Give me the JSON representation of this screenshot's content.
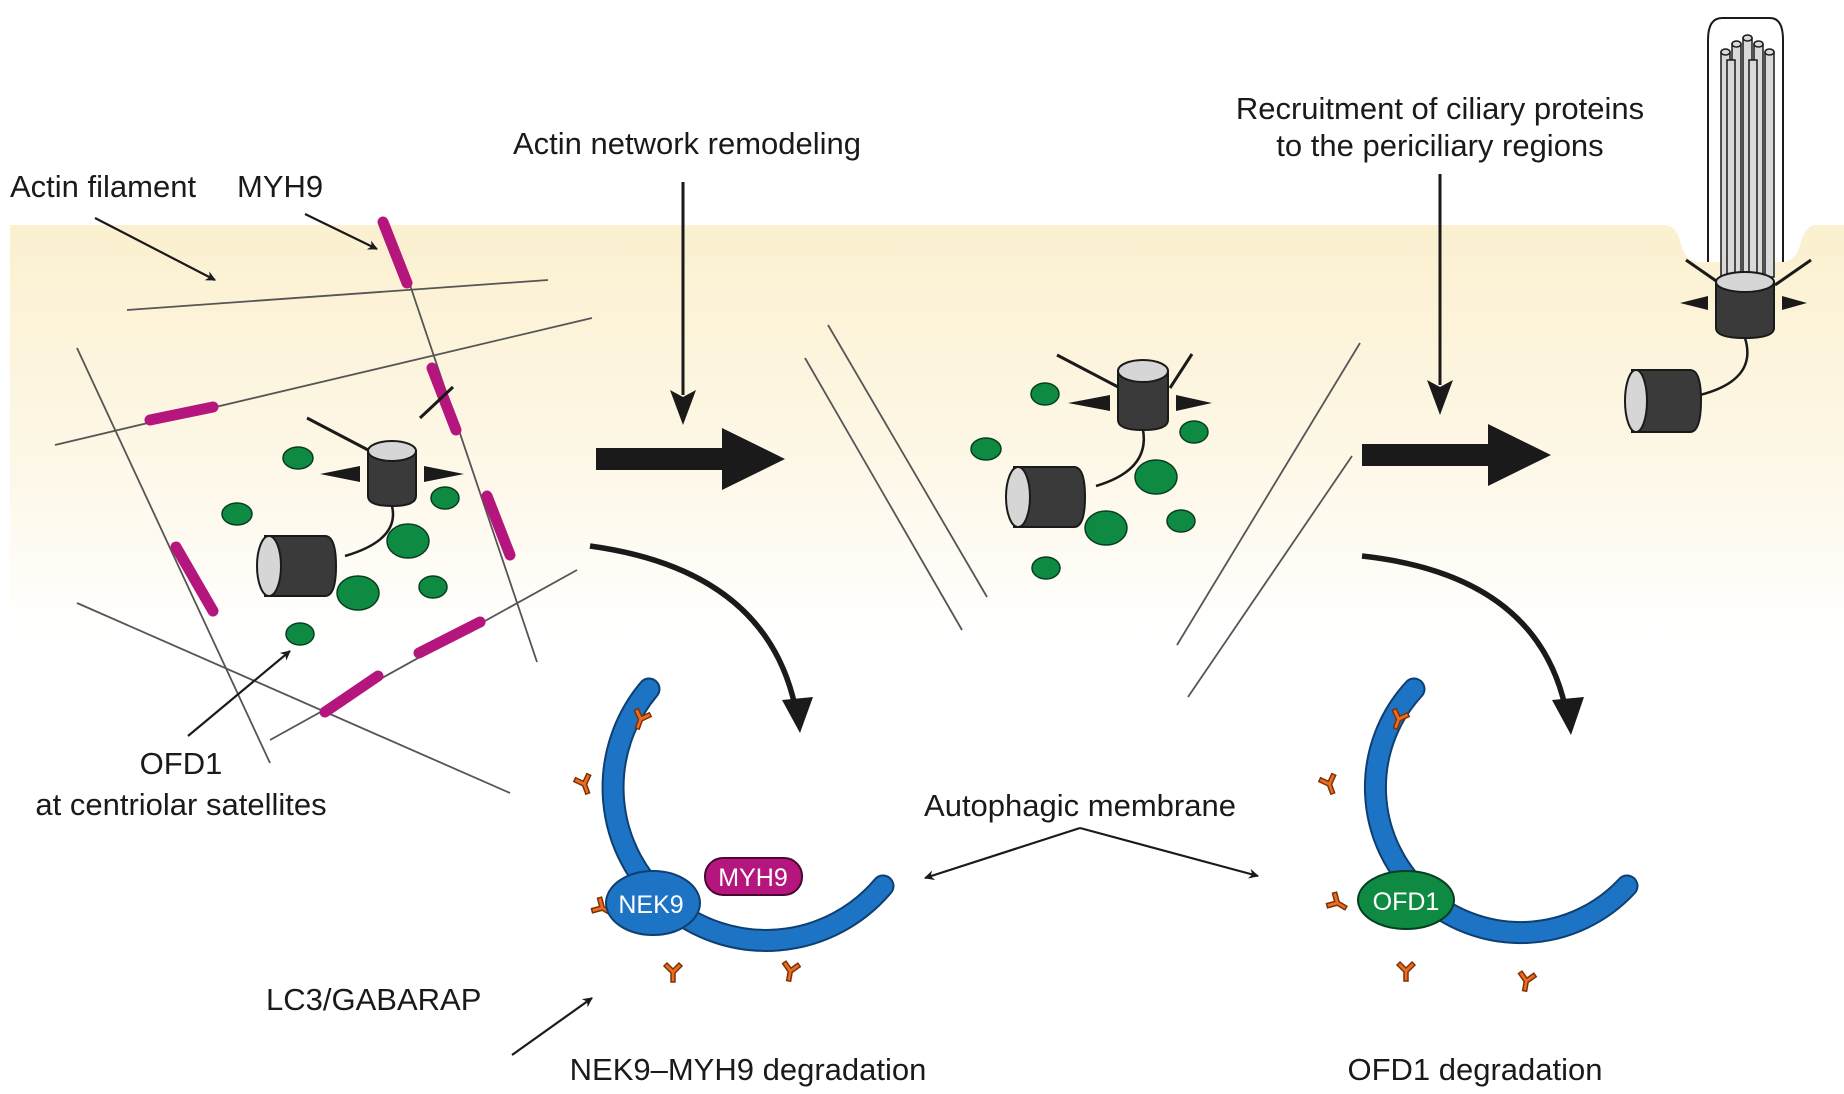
{
  "labels": {
    "actin_filament": "Actin filament",
    "myh9": "MYH9",
    "actin_remodeling": "Actin network remodeling",
    "recruitment_line1": "Recruitment of ciliary proteins",
    "recruitment_line2": "to the periciliary regions",
    "ofd1_line1": "OFD1",
    "ofd1_line2": "at centriolar satellites",
    "autophagic_membrane": "Autophagic membrane",
    "lc3": "LC3/GABARAP",
    "nek9_myh9_degradation": "NEK9–MYH9 degradation",
    "ofd1_degradation": "OFD1 degradation"
  },
  "complexes": {
    "nek9": "NEK9",
    "myh9": "MYH9",
    "ofd1": "OFD1"
  },
  "colors": {
    "cytoplasm_gradient": "#fbf0cf",
    "myh9": "#b5167e",
    "satellite": "#0e8a43",
    "autophagic_membrane": "#1d73c4",
    "lc3": "#ee6b1f",
    "nek9": "#1d73c4",
    "ofd1": "#0e8a43",
    "centriole": "#3a3a3a",
    "arrow": "#1a1a1a"
  }
}
